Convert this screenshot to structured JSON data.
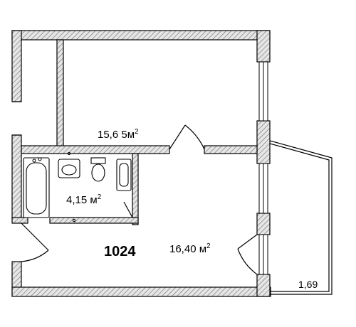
{
  "plan": {
    "apartment_number": "1024",
    "rooms": [
      {
        "name": "room",
        "area_text": "15,6 5",
        "unit": "м",
        "sup": "2"
      },
      {
        "name": "bathroom",
        "area_text": "4,15 ",
        "unit": "м",
        "sup": "2"
      },
      {
        "name": "kitchen-living",
        "area_text": "16,40 ",
        "unit": "м",
        "sup": "2"
      },
      {
        "name": "balcony",
        "area_text": "1,69"
      }
    ]
  }
}
